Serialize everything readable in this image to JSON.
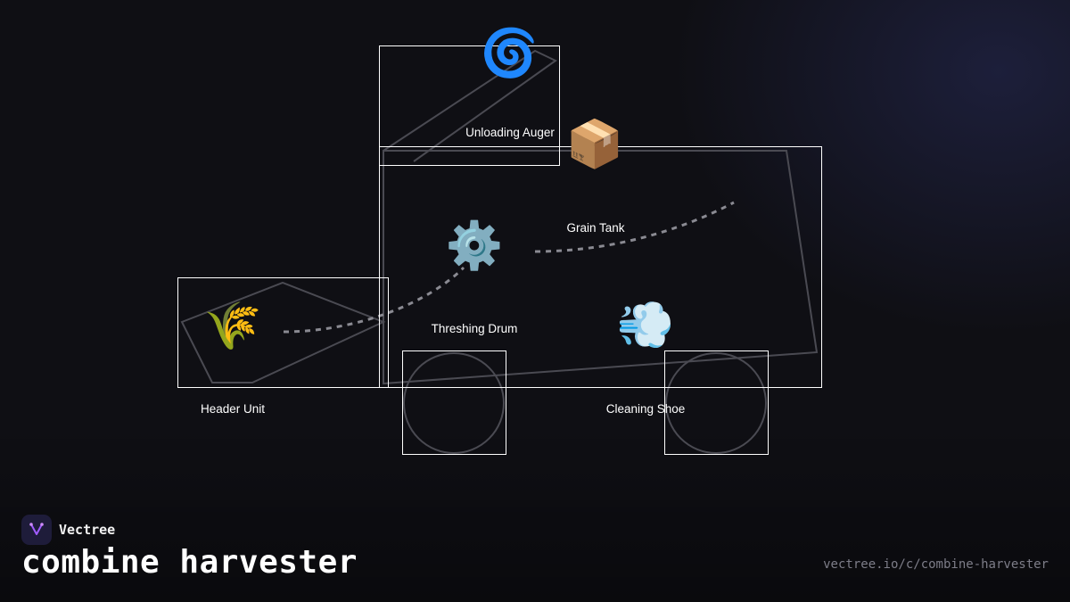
{
  "brand": {
    "name": "Vectree",
    "icon": "vectree-logo"
  },
  "title": "combine harvester",
  "url": "vectree.io/c/combine-harvester",
  "components": [
    {
      "id": "header-unit",
      "label": "Header Unit",
      "icon": "🌾"
    },
    {
      "id": "threshing-drum",
      "label": "Threshing Drum",
      "icon": "⚙️"
    },
    {
      "id": "grain-tank",
      "label": "Grain Tank",
      "icon": "📦"
    },
    {
      "id": "cleaning-shoe",
      "label": "Cleaning Shoe",
      "icon": "💨"
    },
    {
      "id": "unloading-auger",
      "label": "Unloading Auger",
      "icon": "🌀"
    }
  ],
  "colors": {
    "background": "#0f0f14",
    "outline": "#4a4a52",
    "box": "#ffffff",
    "flow": "#8a8a92"
  }
}
